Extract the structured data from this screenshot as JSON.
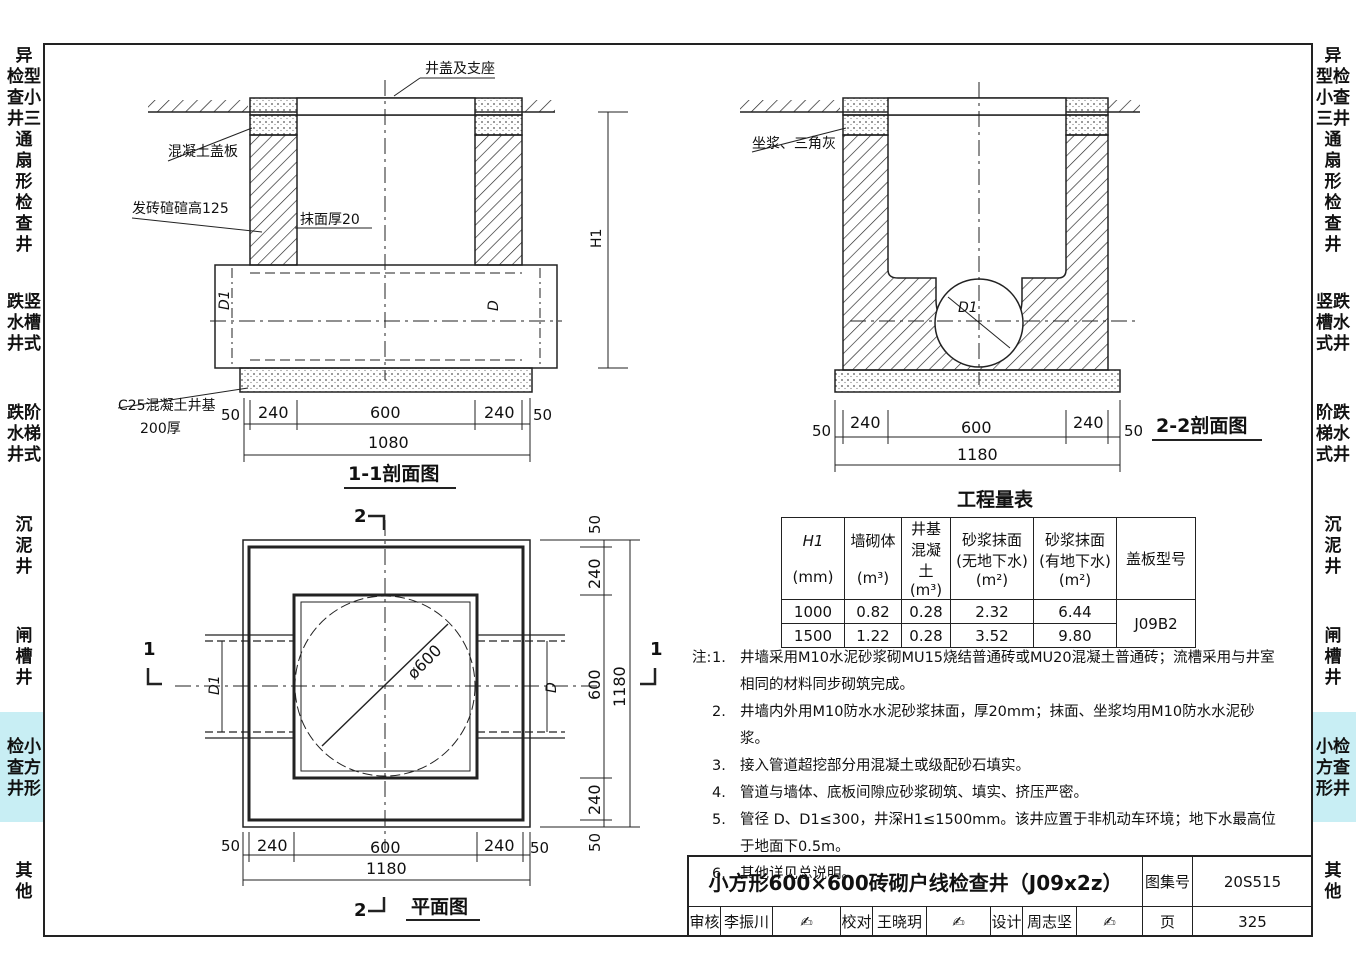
{
  "side_left": [
    "异\n检型\n查小\n井三\n通\n扇\n形\n检\n查\n井",
    "跌竖\n水槽\n井式",
    "跌阶\n水梯\n井式",
    "沉\n泥\n井",
    "闸\n槽\n井",
    "检小\n查方\n井形",
    "其\n他"
  ],
  "side_right": [
    "异\n型检\n小查\n三井\n通\n扇\n形\n检\n查\n井",
    "竖跌\n槽水\n式井",
    "阶跌\n梯水\n式井",
    "沉\n泥\n井",
    "闸\n槽\n井",
    "小检\n方查\n形井",
    "其\n他"
  ],
  "section11": {
    "title": "1-1剖面图",
    "label_cover": "井盖及支座",
    "label_slab": "混凝土盖板",
    "label_brick": "发砖碹碹高125",
    "label_plaster": "抹面厚20",
    "label_base_1": "C25混凝土井基",
    "label_base_2": "200厚",
    "h1": "H1",
    "d1": "D1",
    "d": "D",
    "dims": [
      "50",
      "240",
      "600",
      "240",
      "50"
    ],
    "total": "1080"
  },
  "section22": {
    "title": "2-2剖面图",
    "label_mortar": "坐浆、三角灰",
    "d1": "D1",
    "dims": [
      "50",
      "240",
      "600",
      "240",
      "50"
    ],
    "total": "1180"
  },
  "plan": {
    "title": "平面图",
    "diameter": "ø600",
    "cut_1": "1",
    "cut_2": "2",
    "d1": "D1",
    "d": "D",
    "dims_bottom": [
      "50",
      "240",
      "600",
      "240",
      "50"
    ],
    "total_bottom": "1180",
    "dims_right": [
      "50",
      "240",
      "600",
      "240",
      "50"
    ],
    "total_right": "1180"
  },
  "quantities": {
    "title": "工程量表",
    "headers": [
      [
        "H1",
        "(mm)"
      ],
      [
        "墙砌体",
        "(m³)"
      ],
      [
        "井基",
        "混凝土",
        "(m³)"
      ],
      [
        "砂浆抹面",
        "(无地下水)",
        "(m²)"
      ],
      [
        "砂浆抹面",
        "(有地下水)",
        "(m²)"
      ],
      [
        "盖板型号"
      ]
    ],
    "rows": [
      [
        "1000",
        "0.82",
        "0.28",
        "2.32",
        "6.44"
      ],
      [
        "1500",
        "1.22",
        "0.28",
        "3.52",
        "9.80"
      ]
    ],
    "cover_model": "J09B2"
  },
  "notes": {
    "lead": "注:",
    "items": [
      {
        "num": "1.",
        "text": "井墙采用M10水泥砂浆砌MU15烧结普通砖或MU20混凝土普通砖；流槽采用与井室相同的材料同步砌筑完成。"
      },
      {
        "num": "2.",
        "text": "井墙内外用M10防水水泥砂浆抹面，厚20mm；抹面、坐浆均用M10防水水泥砂浆。"
      },
      {
        "num": "3.",
        "text": "接入管道超挖部分用混凝土或级配砂石填实。"
      },
      {
        "num": "4.",
        "text": "管道与墙体、底板间隙应砂浆砌筑、填实、挤压严密。"
      },
      {
        "num": "5.",
        "text": "管径 D、D1≤300，井深H1≤1500mm。该井应置于非机动车环境；地下水最高位于地面下0.5m。"
      },
      {
        "num": "6.",
        "text": "其他详见总说明。"
      }
    ]
  },
  "title_block": {
    "title": "小方形600×600砖砌户线检查井（J09x2z）",
    "atlas_label": "图集号",
    "atlas_no": "20S515",
    "review_label": "审核",
    "reviewer": "李振川",
    "check_label": "校对",
    "checker": "王晓玥",
    "design_label": "设计",
    "designer": "周志坚",
    "page_label": "页",
    "page_no": "325"
  }
}
